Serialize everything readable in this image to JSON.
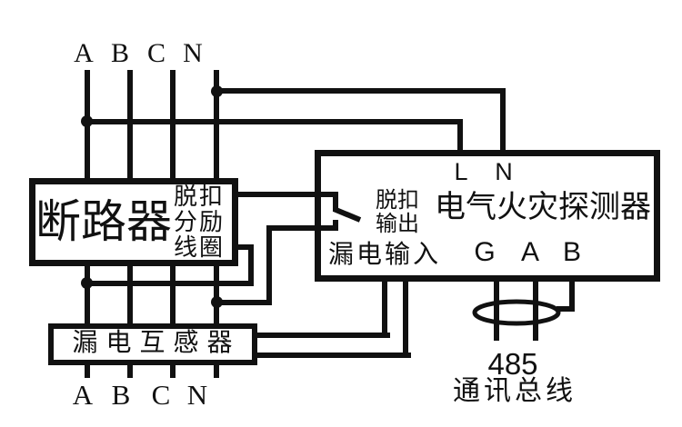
{
  "phase_labels_top": [
    "A",
    "B",
    "C",
    "N"
  ],
  "phase_labels_bottom": [
    "A",
    "B",
    "C",
    "N"
  ],
  "breaker": {
    "name": "断路器",
    "trip_coil_lines": [
      "脱扣",
      "分励",
      "线圈"
    ]
  },
  "detector": {
    "name": "电气火灾探测器",
    "terminal_l": "L",
    "terminal_n": "N",
    "terminal_g": "G",
    "terminal_a": "A",
    "terminal_b": "B",
    "trip_output_lines": [
      "脱扣",
      "输出"
    ],
    "leakage_input_label": "漏电输入"
  },
  "leakage_ct": {
    "name": "漏电互感器"
  },
  "bus": {
    "standard": "485",
    "label": "通讯总线"
  },
  "colors": {
    "line": "#111111",
    "background": "#ffffff"
  }
}
